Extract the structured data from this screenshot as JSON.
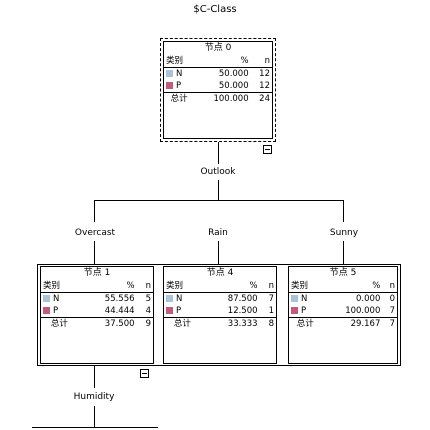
{
  "title": "$C-Class",
  "colors": {
    "N": "#a9c4d8",
    "P": "#c45a7a"
  },
  "headers": {
    "category": "类别",
    "percent": "%",
    "n": "n"
  },
  "root": {
    "header": "节点 0",
    "rows": [
      {
        "cat": "N",
        "pct": "50.000",
        "n": "12"
      },
      {
        "cat": "P",
        "pct": "50.000",
        "n": "12"
      }
    ],
    "total": {
      "label": "总计",
      "pct": "100.000",
      "n": "24"
    }
  },
  "split_1": {
    "label": "Outlook"
  },
  "branches": {
    "overcast": "Overcast",
    "rain": "Rain",
    "sunny": "Sunny"
  },
  "node1": {
    "header": "节点 1",
    "rows": [
      {
        "cat": "N",
        "pct": "55.556",
        "n": "5"
      },
      {
        "cat": "P",
        "pct": "44.444",
        "n": "4"
      }
    ],
    "total": {
      "label": "总计",
      "pct": "37.500",
      "n": "9"
    }
  },
  "node4": {
    "header": "节点 4",
    "rows": [
      {
        "cat": "N",
        "pct": "87.500",
        "n": "7"
      },
      {
        "cat": "P",
        "pct": "12.500",
        "n": "1"
      }
    ],
    "total": {
      "label": "总计",
      "pct": "33.333",
      "n": "8"
    }
  },
  "node5": {
    "header": "节点 5",
    "rows": [
      {
        "cat": "N",
        "pct": "0.000",
        "n": "0"
      },
      {
        "cat": "P",
        "pct": "100.000",
        "n": "7"
      }
    ],
    "total": {
      "label": "总计",
      "pct": "29.167",
      "n": "7"
    }
  },
  "split_2": {
    "label": "Humidity"
  }
}
